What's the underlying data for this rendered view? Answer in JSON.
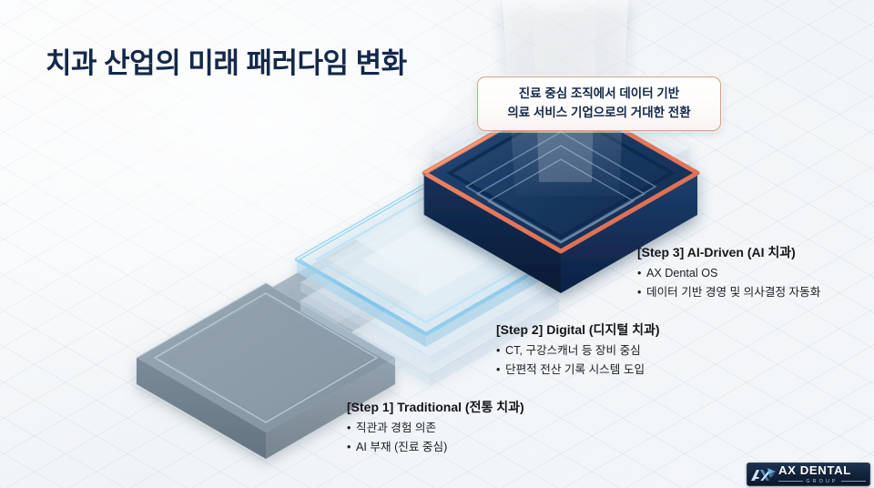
{
  "slide": {
    "title": "치과 산업의 미래 패러다임 변화",
    "background_color": "#f3f6f8",
    "title_color": "#14284a"
  },
  "callout": {
    "line1": "진료 중심 조직에서 데이터 기반",
    "line2": "의료 서비스 기업으로의 거대한 전환",
    "border_color": "#d7a183",
    "text_color": "#14284a"
  },
  "steps": [
    {
      "id": "step1",
      "heading": "[Step 1] Traditional (전통 치과)",
      "bullets": [
        "직관과 경험 의존",
        "AI 부재 (진료 중심)"
      ],
      "layer_color": "#8b9aa8",
      "layer_style": "solid-gray-slab"
    },
    {
      "id": "step2",
      "heading": "[Step 2] Digital (디지털 치과)",
      "bullets": [
        "CT, 구강스캐너 등 장비 중심",
        "단편적 전산 기록 시스템 도입"
      ],
      "layer_color": "#7fc4ea",
      "layer_style": "translucent-glass-frame"
    },
    {
      "id": "step3",
      "heading": "[Step 3] AI-Driven (AI 치과)",
      "bullets": [
        "AX Dental OS",
        "데이터 기반 경영 및 의사결정 자동화"
      ],
      "layer_color": "#17365f",
      "accent_color": "#e8785a",
      "layer_style": "navy-slab-orange-rim"
    }
  ],
  "logo": {
    "mark": "ax-monogram-icon",
    "word": "AX DENTAL",
    "sub": "GROUP",
    "background_color": "#14253d"
  },
  "bullet_glyph": "•"
}
